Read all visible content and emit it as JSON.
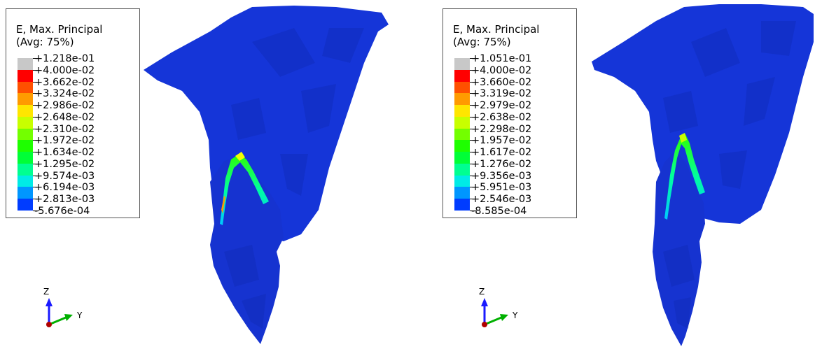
{
  "viewports": [
    {
      "legend": {
        "title": "E, Max. Principal",
        "subtitle": "(Avg: 75%)",
        "levels": [
          "+1.218e-01",
          "+4.000e-02",
          "+3.662e-02",
          "+3.324e-02",
          "+2.986e-02",
          "+2.648e-02",
          "+2.310e-02",
          "+1.972e-02",
          "+1.634e-02",
          "+1.295e-02",
          "+9.574e-03",
          "+6.194e-03",
          "+2.813e-03",
          "-5.676e-04"
        ]
      },
      "triad": {
        "z": "Z",
        "y": "Y"
      }
    },
    {
      "legend": {
        "title": "E, Max. Principal",
        "subtitle": "(Avg: 75%)",
        "levels": [
          "+1.051e-01",
          "+4.000e-02",
          "+3.660e-02",
          "+3.319e-02",
          "+2.979e-02",
          "+2.638e-02",
          "+2.298e-02",
          "+1.957e-02",
          "+1.617e-02",
          "+1.276e-02",
          "+9.356e-03",
          "+5.951e-03",
          "+2.546e-03",
          "-8.585e-04"
        ]
      },
      "triad": {
        "z": "Z",
        "y": "Y"
      }
    }
  ],
  "colors": {
    "bands": [
      "#c8c8c8",
      "#ff0000",
      "#ff5000",
      "#ff9b00",
      "#ffe600",
      "#c8ff00",
      "#73ff00",
      "#1eff00",
      "#00ff37",
      "#00ff91",
      "#00ebe6",
      "#0096ff",
      "#003cff"
    ],
    "model_fill": "#1535d8",
    "model_shade": "#0f28b0",
    "triad_z": "#1a1aff",
    "triad_y": "#00b000",
    "triad_origin": "#b00000"
  }
}
